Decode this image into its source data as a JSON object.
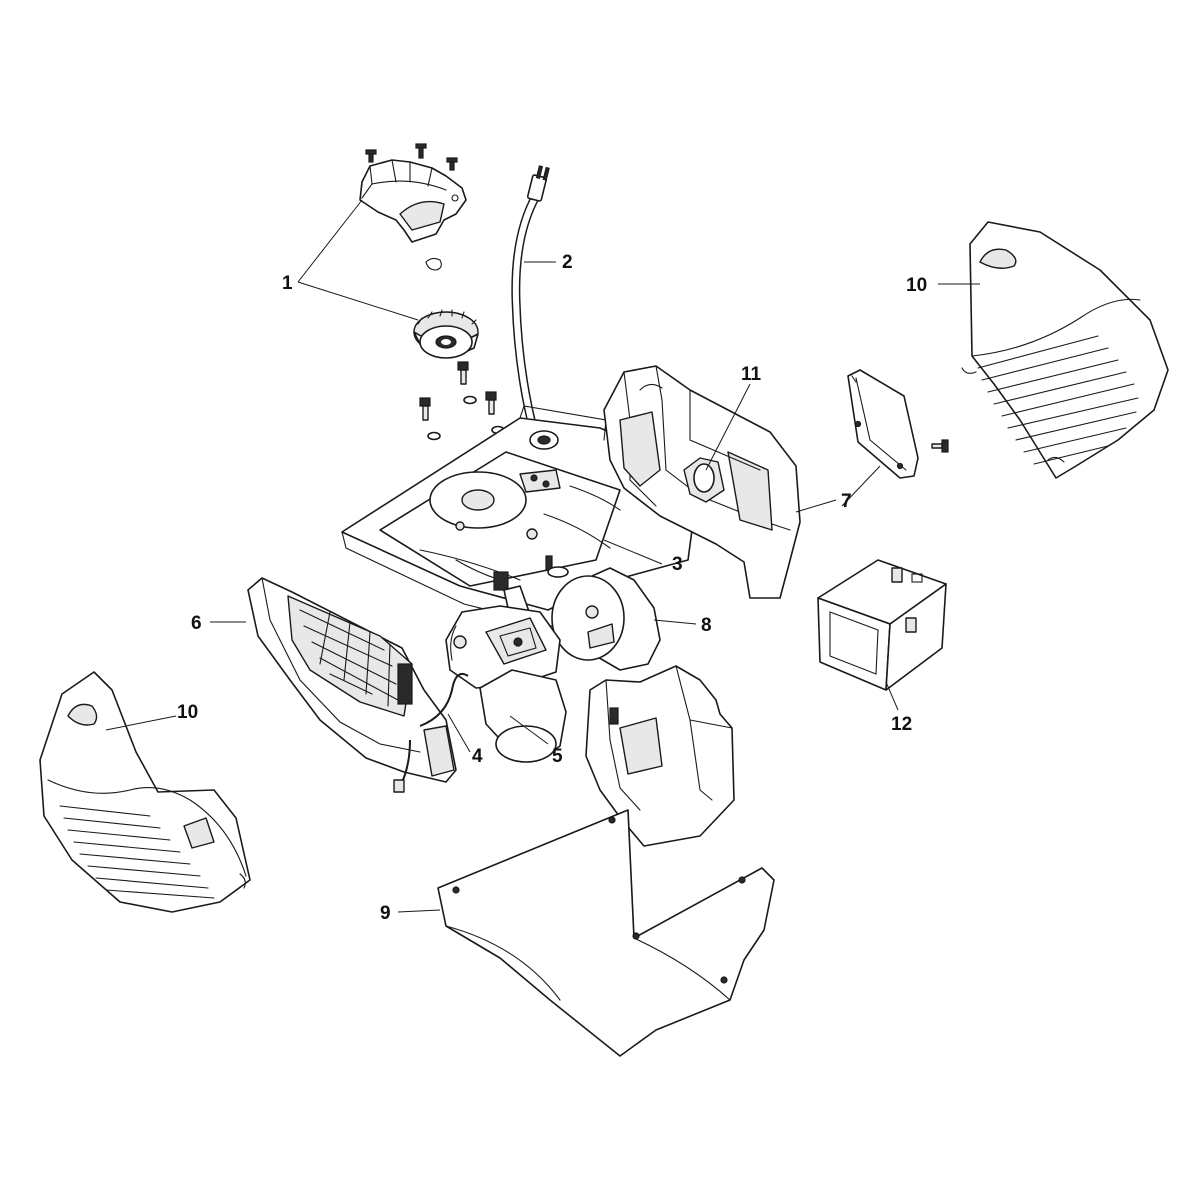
{
  "callouts": {
    "c1": "1",
    "c2": "2",
    "c3": "3",
    "c4": "4",
    "c5": "5",
    "c6": "6",
    "c7": "7",
    "c8": "8",
    "c9": "9",
    "c10_right": "10",
    "c10_left": "10",
    "c11": "11",
    "c12": "12"
  },
  "colors": {
    "line": "#1a1a1a",
    "fill": "#ffffff",
    "shade": "#e8e8e8"
  }
}
